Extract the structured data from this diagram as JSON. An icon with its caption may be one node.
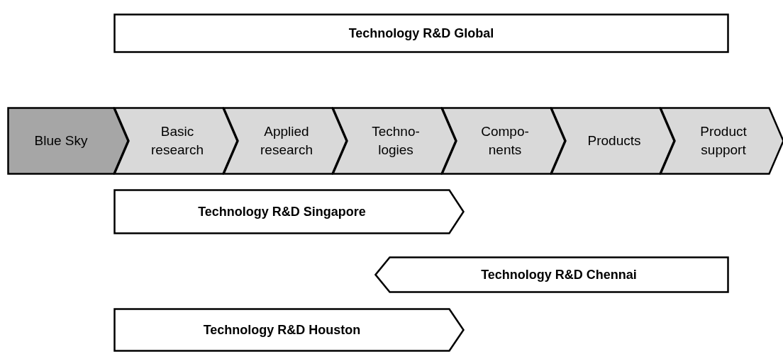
{
  "diagram": {
    "nodes": [
      {
        "text": [
          "Technology R&D Global"
        ]
      },
      {
        "text": [
          "Blue Sky"
        ]
      },
      {
        "text": [
          "Basic research"
        ]
      },
      {
        "text": [
          "Applied research"
        ]
      },
      {
        "text": [
          "Techno- logies"
        ]
      },
      {
        "text": [
          "Compo- nents"
        ]
      },
      {
        "text": [
          "Products"
        ]
      },
      {
        "text": [
          "Product support"
        ]
      },
      {
        "text": [
          "Technology R&D Singapore"
        ]
      },
      {
        "text": [
          "Technology R&D Chennai"
        ]
      },
      {
        "text": [
          "Technology R&D Houston"
        ]
      }
    ]
  }
}
